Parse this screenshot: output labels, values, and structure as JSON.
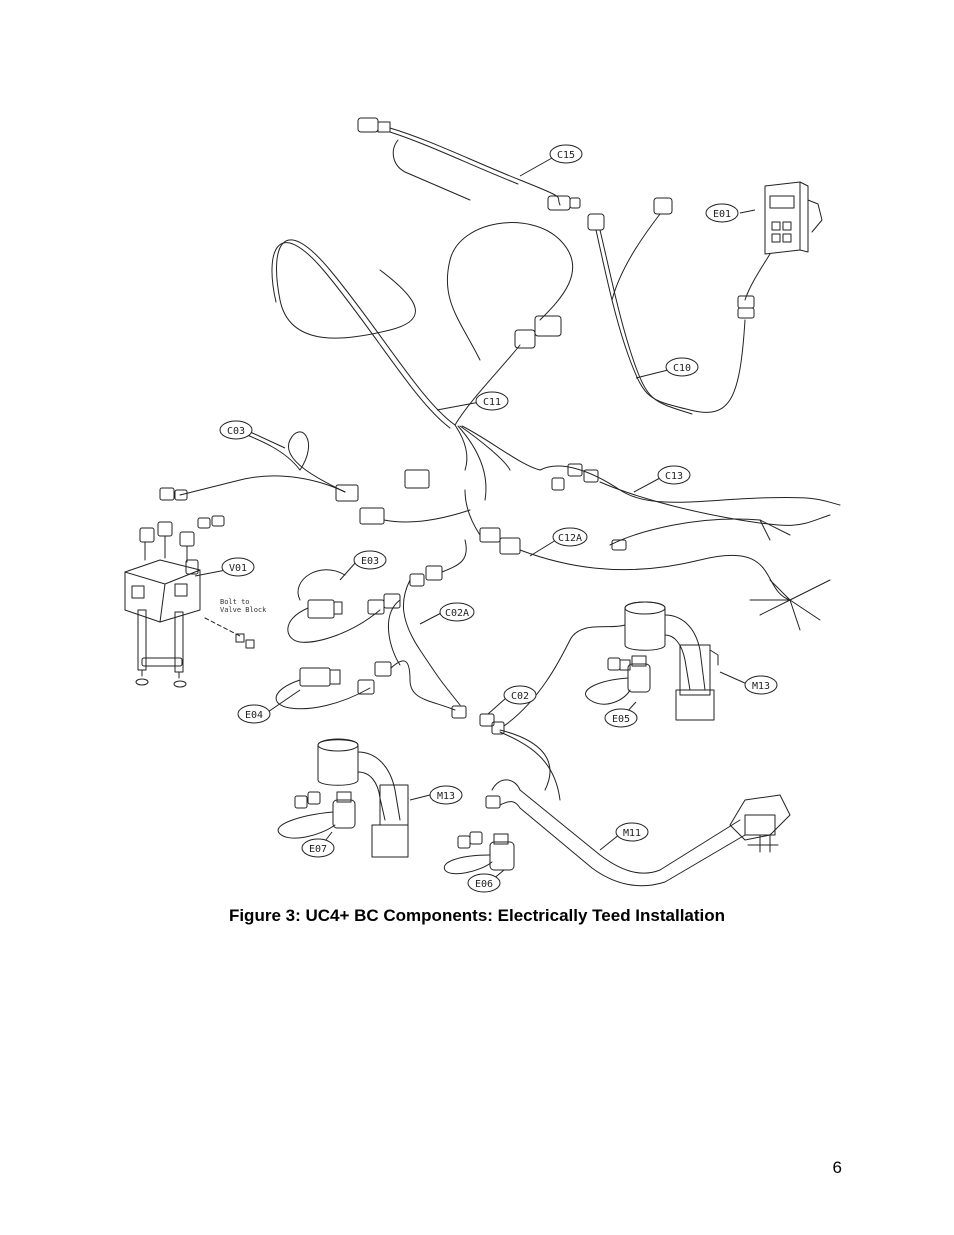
{
  "figure": {
    "caption": "Figure 3: UC4+ BC Components: Electrically Teed Installation",
    "callouts": {
      "c15": "C15",
      "e01": "E01",
      "c10": "C10",
      "c11": "C11",
      "c03": "C03",
      "c13": "C13",
      "c12a": "C12A",
      "v01": "V01",
      "e03": "E03",
      "c02a": "C02A",
      "c02": "C02",
      "e04": "E04",
      "m13_right": "M13",
      "e05": "E05",
      "m13_left": "M13",
      "e07": "E07",
      "m11": "M11",
      "e06": "E06"
    },
    "note_line1": "Bolt to",
    "note_line2": "Valve Block"
  },
  "page": {
    "number": "6"
  }
}
